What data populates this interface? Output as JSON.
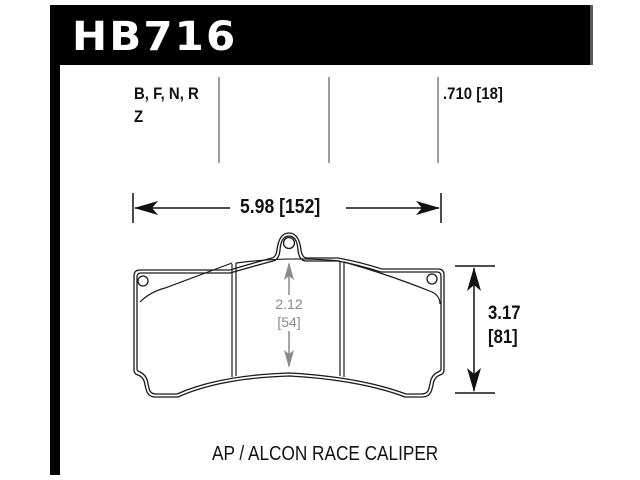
{
  "header": {
    "part_number": "HB716"
  },
  "specs": {
    "compounds_line1": "B, F, N, R",
    "compounds_line2": "Z",
    "thickness": ".710 [18]"
  },
  "dimensions": {
    "width": "5.98 [152]",
    "height_in": "3.17",
    "height_mm": "[81]",
    "inner_height_in": "2.12",
    "inner_height_mm": "[54]"
  },
  "caption": "AP / ALCON RACE CALIPER",
  "colors": {
    "header_bg": "#000000",
    "header_text": "#ffffff",
    "outline": "#1a1a1a",
    "inner_dimension": "#8a8a8a"
  }
}
